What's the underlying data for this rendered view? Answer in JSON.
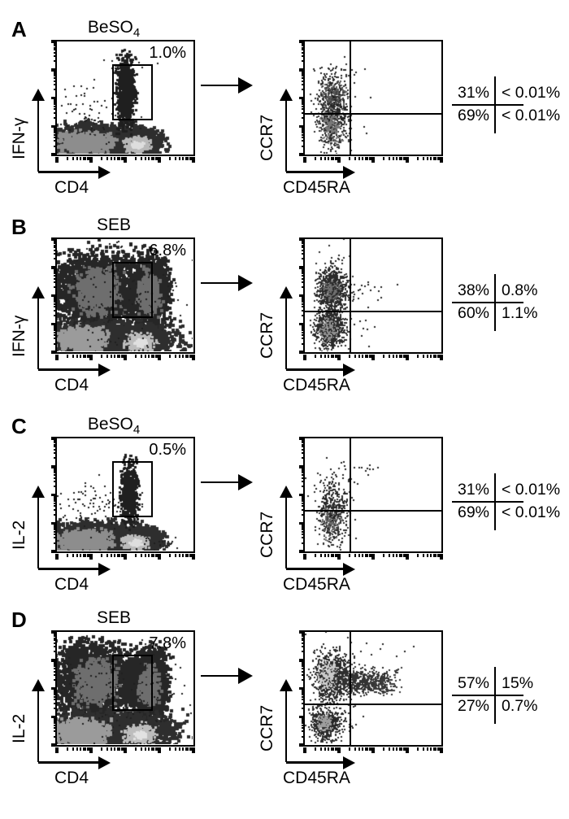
{
  "figure": {
    "panels": [
      {
        "label": "A",
        "title_main": "BeSO",
        "title_sub": "4",
        "gate_label": "1.0%",
        "left": {
          "y_label": "IFN-γ",
          "x_label": "CD4"
        },
        "right": {
          "y_label": "CCR7",
          "x_label": "CD45RA"
        },
        "stats": {
          "ul": "31%",
          "ur": "< 0.01%",
          "ll": "69%",
          "lr": "< 0.01%"
        }
      },
      {
        "label": "B",
        "title_main": "SEB",
        "title_sub": "",
        "gate_label": "6.8%",
        "left": {
          "y_label": "IFN-γ",
          "x_label": "CD4"
        },
        "right": {
          "y_label": "CCR7",
          "x_label": "CD45RA"
        },
        "stats": {
          "ul": "38%",
          "ur": "0.8%",
          "ll": "60%",
          "lr": "1.1%"
        }
      },
      {
        "label": "C",
        "title_main": "BeSO",
        "title_sub": "4",
        "gate_label": "0.5%",
        "left": {
          "y_label": "IL-2",
          "x_label": "CD4"
        },
        "right": {
          "y_label": "CCR7",
          "x_label": "CD45RA"
        },
        "stats": {
          "ul": "31%",
          "ur": "< 0.01%",
          "ll": "69%",
          "lr": "< 0.01%"
        }
      },
      {
        "label": "D",
        "title_main": "SEB",
        "title_sub": "",
        "gate_label": "7.8%",
        "left": {
          "y_label": "IL-2",
          "x_label": "CD4"
        },
        "right": {
          "y_label": "CCR7",
          "x_label": "CD45RA"
        },
        "stats": {
          "ul": "57%",
          "ur": "15%",
          "ll": "27%",
          "lr": "0.7%"
        }
      }
    ]
  },
  "chart_data": {
    "type": "scatter",
    "subtype": "flow-cytometry-dot-plots",
    "axis_scale": "log-4-decades",
    "quadrant_split": {
      "x_fraction": 0.33,
      "y_fraction": 0.635
    },
    "panels": [
      {
        "panel": "A",
        "stimulus": "BeSO4",
        "cytokine": "IFN-γ",
        "gate_percent": 1.0,
        "left_axes": {
          "x": "CD4",
          "y": "IFN-γ"
        },
        "right_axes": {
          "x": "CD45RA",
          "y": "CCR7"
        },
        "quadrants": {
          "upper_left": "31%",
          "upper_right": "<0.01%",
          "lower_left": "69%",
          "lower_right": "<0.01%"
        },
        "left_clusters": [
          {
            "cx": 0.27,
            "cy": 0.88,
            "sx": 0.17,
            "sy": 0.07,
            "n": 2300,
            "s": 4,
            "c": "#2e2e2e"
          },
          {
            "cx": 0.58,
            "cy": 0.89,
            "sx": 0.09,
            "sy": 0.055,
            "n": 1300,
            "s": 4,
            "c": "#2e2e2e"
          },
          {
            "cx": 0.19,
            "cy": 0.89,
            "sx": 0.09,
            "sy": 0.042,
            "n": 650,
            "s": 4,
            "c": "#8d8d8d"
          },
          {
            "cx": 0.58,
            "cy": 0.91,
            "sx": 0.045,
            "sy": 0.03,
            "n": 280,
            "s": 3,
            "c": "#b8b8b8"
          },
          {
            "cx": 0.585,
            "cy": 0.915,
            "sx": 0.02,
            "sy": 0.013,
            "n": 70,
            "s": 3,
            "c": "#dedede"
          },
          {
            "cx": 0.5,
            "cy": 0.44,
            "sx": 0.032,
            "sy": 0.15,
            "n": 850,
            "s": 3,
            "c": "#1f1f1f"
          },
          {
            "cx": 0.27,
            "cy": 0.63,
            "sx": 0.16,
            "sy": 0.12,
            "n": 80,
            "s": 2,
            "c": "#1f1f1f"
          },
          {
            "cx": 0.52,
            "cy": 0.22,
            "sx": 0.1,
            "sy": 0.05,
            "n": 15,
            "s": 2,
            "c": "#1f1f1f"
          }
        ],
        "right_clusters": [
          {
            "cx": 0.2,
            "cy": 0.6,
            "sx": 0.055,
            "sy": 0.16,
            "n": 650,
            "s": 2,
            "c": "#2b2b2b"
          },
          {
            "cx": 0.19,
            "cy": 0.74,
            "sx": 0.038,
            "sy": 0.075,
            "n": 180,
            "s": 2,
            "c": "#787878"
          },
          {
            "cx": 0.21,
            "cy": 0.46,
            "sx": 0.045,
            "sy": 0.06,
            "n": 130,
            "s": 2,
            "c": "#575757"
          },
          {
            "cx": 0.23,
            "cy": 0.55,
            "sx": 0.09,
            "sy": 0.2,
            "n": 70,
            "s": 2,
            "c": "#222222"
          },
          {
            "cx": 0.41,
            "cy": 0.3,
            "sx": 0.05,
            "sy": 0.04,
            "n": 6,
            "s": 2,
            "c": "#222222"
          }
        ]
      },
      {
        "panel": "B",
        "stimulus": "SEB",
        "cytokine": "IFN-γ",
        "gate_percent": 6.8,
        "left_axes": {
          "x": "CD4",
          "y": "IFN-γ"
        },
        "right_axes": {
          "x": "CD45RA",
          "y": "CCR7"
        },
        "quadrants": {
          "upper_left": "38%",
          "upper_right": "0.8%",
          "lower_left": "60%",
          "lower_right": "1.1%"
        },
        "left_clusters": [
          {
            "cx": 0.27,
            "cy": 0.44,
            "sx": 0.15,
            "sy": 0.16,
            "n": 2600,
            "s": 4,
            "c": "#262626"
          },
          {
            "cx": 0.29,
            "cy": 0.46,
            "sx": 0.075,
            "sy": 0.095,
            "n": 650,
            "s": 4,
            "c": "#6e6e6e"
          },
          {
            "cx": 0.67,
            "cy": 0.46,
            "sx": 0.07,
            "sy": 0.15,
            "n": 1600,
            "s": 4,
            "c": "#262626"
          },
          {
            "cx": 0.67,
            "cy": 0.47,
            "sx": 0.038,
            "sy": 0.085,
            "n": 320,
            "s": 4,
            "c": "#6e6e6e"
          },
          {
            "cx": 0.33,
            "cy": 0.88,
            "sx": 0.24,
            "sy": 0.07,
            "n": 2600,
            "s": 4,
            "c": "#2e2e2e"
          },
          {
            "cx": 0.18,
            "cy": 0.88,
            "sx": 0.085,
            "sy": 0.048,
            "n": 550,
            "s": 4,
            "c": "#9b9b9b"
          },
          {
            "cx": 0.6,
            "cy": 0.905,
            "sx": 0.05,
            "sy": 0.036,
            "n": 280,
            "s": 3,
            "c": "#bdbdbd"
          },
          {
            "cx": 0.61,
            "cy": 0.915,
            "sx": 0.02,
            "sy": 0.014,
            "n": 70,
            "s": 3,
            "c": "#e0e0e0"
          },
          {
            "cx": 0.45,
            "cy": 0.52,
            "sx": 0.26,
            "sy": 0.26,
            "n": 130,
            "s": 2,
            "c": "#202020"
          }
        ],
        "right_clusters": [
          {
            "cx": 0.2,
            "cy": 0.44,
            "sx": 0.055,
            "sy": 0.095,
            "n": 620,
            "s": 2,
            "c": "#2b2b2b"
          },
          {
            "cx": 0.19,
            "cy": 0.46,
            "sx": 0.033,
            "sy": 0.05,
            "n": 140,
            "s": 2,
            "c": "#6f6f6f"
          },
          {
            "cx": 0.18,
            "cy": 0.79,
            "sx": 0.055,
            "sy": 0.085,
            "n": 620,
            "s": 2,
            "c": "#2b2b2b"
          },
          {
            "cx": 0.17,
            "cy": 0.8,
            "sx": 0.03,
            "sy": 0.045,
            "n": 150,
            "s": 2,
            "c": "#8f8f8f"
          },
          {
            "cx": 0.2,
            "cy": 0.62,
            "sx": 0.06,
            "sy": 0.24,
            "n": 160,
            "s": 2,
            "c": "#2b2b2b"
          },
          {
            "cx": 0.42,
            "cy": 0.42,
            "sx": 0.09,
            "sy": 0.08,
            "n": 22,
            "s": 2,
            "c": "#222222"
          },
          {
            "cx": 0.4,
            "cy": 0.78,
            "sx": 0.08,
            "sy": 0.08,
            "n": 12,
            "s": 2,
            "c": "#222222"
          },
          {
            "cx": 0.16,
            "cy": 0.22,
            "sx": 0.05,
            "sy": 0.05,
            "n": 6,
            "s": 2,
            "c": "#222222"
          }
        ]
      },
      {
        "panel": "C",
        "stimulus": "BeSO4",
        "cytokine": "IL-2",
        "gate_percent": 0.5,
        "left_axes": {
          "x": "CD4",
          "y": "IL-2"
        },
        "right_axes": {
          "x": "CD45RA",
          "y": "CCR7"
        },
        "quadrants": {
          "upper_left": "31%",
          "upper_right": "<0.01%",
          "lower_left": "69%",
          "lower_right": "<0.01%"
        },
        "left_clusters": [
          {
            "cx": 0.27,
            "cy": 0.88,
            "sx": 0.17,
            "sy": 0.065,
            "n": 2300,
            "s": 4,
            "c": "#2e2e2e"
          },
          {
            "cx": 0.57,
            "cy": 0.89,
            "sx": 0.09,
            "sy": 0.05,
            "n": 1300,
            "s": 4,
            "c": "#2e2e2e"
          },
          {
            "cx": 0.19,
            "cy": 0.895,
            "sx": 0.09,
            "sy": 0.04,
            "n": 650,
            "s": 4,
            "c": "#8d8d8d"
          },
          {
            "cx": 0.57,
            "cy": 0.915,
            "sx": 0.045,
            "sy": 0.028,
            "n": 280,
            "s": 3,
            "c": "#bcbcbc"
          },
          {
            "cx": 0.575,
            "cy": 0.92,
            "sx": 0.02,
            "sy": 0.012,
            "n": 70,
            "s": 3,
            "c": "#dedede"
          },
          {
            "cx": 0.53,
            "cy": 0.47,
            "sx": 0.03,
            "sy": 0.125,
            "n": 700,
            "s": 3,
            "c": "#1f1f1f"
          },
          {
            "cx": 0.27,
            "cy": 0.6,
            "sx": 0.16,
            "sy": 0.12,
            "n": 100,
            "s": 2,
            "c": "#1f1f1f"
          },
          {
            "cx": 0.72,
            "cy": 0.93,
            "sx": 0.08,
            "sy": 0.04,
            "n": 25,
            "s": 2,
            "c": "#1f1f1f"
          }
        ],
        "right_clusters": [
          {
            "cx": 0.2,
            "cy": 0.66,
            "sx": 0.05,
            "sy": 0.14,
            "n": 380,
            "s": 2,
            "c": "#2b2b2b"
          },
          {
            "cx": 0.19,
            "cy": 0.74,
            "sx": 0.033,
            "sy": 0.065,
            "n": 100,
            "s": 2,
            "c": "#6a6a6a"
          },
          {
            "cx": 0.22,
            "cy": 0.55,
            "sx": 0.08,
            "sy": 0.18,
            "n": 70,
            "s": 2,
            "c": "#222222"
          },
          {
            "cx": 0.47,
            "cy": 0.28,
            "sx": 0.035,
            "sy": 0.025,
            "n": 8,
            "s": 2,
            "c": "#222222"
          },
          {
            "cx": 0.3,
            "cy": 0.32,
            "sx": 0.05,
            "sy": 0.05,
            "n": 5,
            "s": 2,
            "c": "#222222"
          }
        ]
      },
      {
        "panel": "D",
        "stimulus": "SEB",
        "cytokine": "IL-2",
        "gate_percent": 7.8,
        "left_axes": {
          "x": "CD4",
          "y": "IL-2"
        },
        "right_axes": {
          "x": "CD45RA",
          "y": "CCR7"
        },
        "quadrants": {
          "upper_left": "57%",
          "upper_right": "15%",
          "lower_left": "27%",
          "lower_right": "0.7%"
        },
        "left_clusters": [
          {
            "cx": 0.27,
            "cy": 0.42,
            "sx": 0.15,
            "sy": 0.155,
            "n": 2500,
            "s": 4,
            "c": "#262626"
          },
          {
            "cx": 0.28,
            "cy": 0.44,
            "sx": 0.07,
            "sy": 0.09,
            "n": 600,
            "s": 4,
            "c": "#6e6e6e"
          },
          {
            "cx": 0.67,
            "cy": 0.45,
            "sx": 0.068,
            "sy": 0.145,
            "n": 1500,
            "s": 4,
            "c": "#262626"
          },
          {
            "cx": 0.67,
            "cy": 0.47,
            "sx": 0.035,
            "sy": 0.08,
            "n": 300,
            "s": 4,
            "c": "#6e6e6e"
          },
          {
            "cx": 0.33,
            "cy": 0.87,
            "sx": 0.24,
            "sy": 0.075,
            "n": 2600,
            "s": 4,
            "c": "#2e2e2e"
          },
          {
            "cx": 0.17,
            "cy": 0.875,
            "sx": 0.09,
            "sy": 0.05,
            "n": 650,
            "s": 4,
            "c": "#9b9b9b"
          },
          {
            "cx": 0.6,
            "cy": 0.9,
            "sx": 0.05,
            "sy": 0.038,
            "n": 320,
            "s": 3,
            "c": "#bdbdbd"
          },
          {
            "cx": 0.61,
            "cy": 0.91,
            "sx": 0.022,
            "sy": 0.015,
            "n": 80,
            "s": 3,
            "c": "#e2e2e2"
          },
          {
            "cx": 0.45,
            "cy": 0.52,
            "sx": 0.26,
            "sy": 0.26,
            "n": 130,
            "s": 2,
            "c": "#202020"
          }
        ],
        "right_clusters": [
          {
            "cx": 0.19,
            "cy": 0.4,
            "sx": 0.065,
            "sy": 0.105,
            "n": 900,
            "s": 2,
            "c": "#2b2b2b"
          },
          {
            "cx": 0.17,
            "cy": 0.38,
            "sx": 0.035,
            "sy": 0.065,
            "n": 240,
            "s": 2,
            "c": "#c9c9c9"
          },
          {
            "cx": 0.42,
            "cy": 0.43,
            "sx": 0.12,
            "sy": 0.055,
            "n": 520,
            "s": 2,
            "c": "#333333"
          },
          {
            "cx": 0.57,
            "cy": 0.45,
            "sx": 0.055,
            "sy": 0.04,
            "n": 80,
            "s": 2,
            "c": "#3c3c3c"
          },
          {
            "cx": 0.15,
            "cy": 0.8,
            "sx": 0.055,
            "sy": 0.075,
            "n": 520,
            "s": 2,
            "c": "#2b2b2b"
          },
          {
            "cx": 0.14,
            "cy": 0.8,
            "sx": 0.028,
            "sy": 0.042,
            "n": 120,
            "s": 2,
            "c": "#9e9e9e"
          },
          {
            "cx": 0.29,
            "cy": 0.8,
            "sx": 0.06,
            "sy": 0.08,
            "n": 40,
            "s": 2,
            "c": "#222222"
          },
          {
            "cx": 0.3,
            "cy": 0.14,
            "sx": 0.14,
            "sy": 0.07,
            "n": 18,
            "s": 2,
            "c": "#222222"
          },
          {
            "cx": 0.6,
            "cy": 0.28,
            "sx": 0.1,
            "sy": 0.09,
            "n": 6,
            "s": 2,
            "c": "#222222"
          }
        ]
      }
    ]
  }
}
